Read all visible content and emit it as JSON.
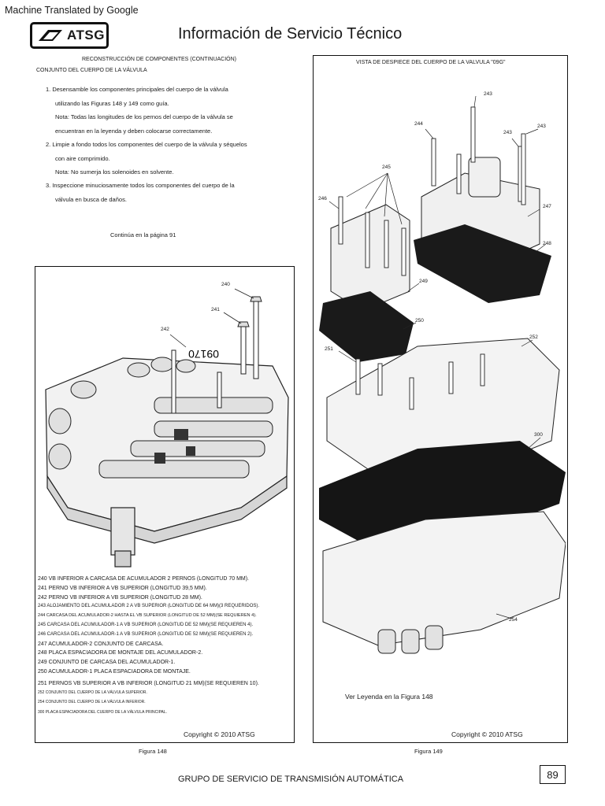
{
  "header": {
    "machine_translated": "Machine Translated by Google",
    "logo_text": "ATSG",
    "title": "Información de Servicio Técnico"
  },
  "left": {
    "section_heading": "RECONSTRUCCIÓN DE COMPONENTES (CONTINUACIÓN)",
    "subheading": "CONJUNTO DEL CUERPO DE LA VÁLVULA",
    "steps": [
      "1. Desensamble los componentes principales del cuerpo de la válvula",
      "utilizando las Figuras 148 y 149 como guía.",
      "Nota: Todas las longitudes de los pernos del cuerpo de la válvula se",
      "encuentran en la leyenda y deben colocarse correctamente.",
      "2. Limpie a fondo todos los componentes del cuerpo de la válvula y séquelos",
      "con aire comprimido.",
      "Nota: No sumerja los solenoides en solvente.",
      "3. Inspeccione minuciosamente todos los componentes del cuerpo de la",
      "válvula en busca de daños."
    ],
    "continued": "Continúa en la página 91"
  },
  "figure148": {
    "callouts": [
      "240",
      "241",
      "242"
    ],
    "part_mark": "09170",
    "legend": [
      "240 VB INFERIOR A CARCASA DE ACUMULADOR 2 PERNOS (LONGITUD 70 MM).",
      "241 PERNO VB INFERIOR A VB SUPERIOR (LONGITUD 39,5 MM).",
      "242 PERNO VB INFERIOR A VB SUPERIOR (LONGITUD 28 MM).",
      "243 ALOJAMIENTO DEL ACUMULADOR 2 A VB SUPERIOR (LONGITUD DE 64 MM)(3 REQUERIDOS).",
      "244 CARCASA DEL ACUMULADOR-2 HASTA EL VB SUPERIOR (LONGITUD DE 52 MM)(SE REQUIEREN 4).",
      "245 CARCASA DEL ACUMULADOR-1 A VB SUPERIOR (LONGITUD DE 52 MM)(SE REQUIEREN 4).",
      "246 CARCASA DEL ACUMULADOR-1 A VB SUPERIOR (LONGITUD DE 52 MM)(SE REQUIEREN 2).",
      "247 ACUMULADOR-2 CONJUNTO DE CARCASA.",
      "248 PLACA ESPACIADORA DE MONTAJE DEL ACUMULADOR-2.",
      "249 CONJUNTO DE CARCASA DEL ACUMULADOR-1.",
      "250 ACUMULADOR-1 PLACA ESPACIADORA DE MONTAJE.",
      "251 PERNOS VB SUPERIOR A VB INFERIOR (LONGITUD 21 MM)(SE REQUIEREN 10).",
      "252 CONJUNTO DEL CUERPO DE LA VÁLVULA SUPERIOR.",
      "254 CONJUNTO DEL CUERPO DE LA VÁLVULA INFERIOR.",
      "300 PLACA ESPACIADORA DEL CUERPO DE LA VÁLVULA PRINCIPAL."
    ],
    "copyright": "Copyright © 2010 ATSG",
    "label": "Figura 148"
  },
  "figure149": {
    "heading": "VISTA DE DESPIECE DEL CUERPO DE LA VALVULA \"09G\"",
    "callouts": [
      "243",
      "244",
      "243",
      "243",
      "245",
      "246",
      "247",
      "248",
      "249",
      "250",
      "251",
      "252",
      "300",
      "254"
    ],
    "see_legend": "Ver Leyenda en la Figura 148",
    "copyright": "Copyright © 2010 ATSG",
    "label": "Figura 149"
  },
  "footer": {
    "group": "GRUPO DE SERVICIO DE TRANSMISIÓN AUTOMÁTICA",
    "page_number": "89"
  }
}
